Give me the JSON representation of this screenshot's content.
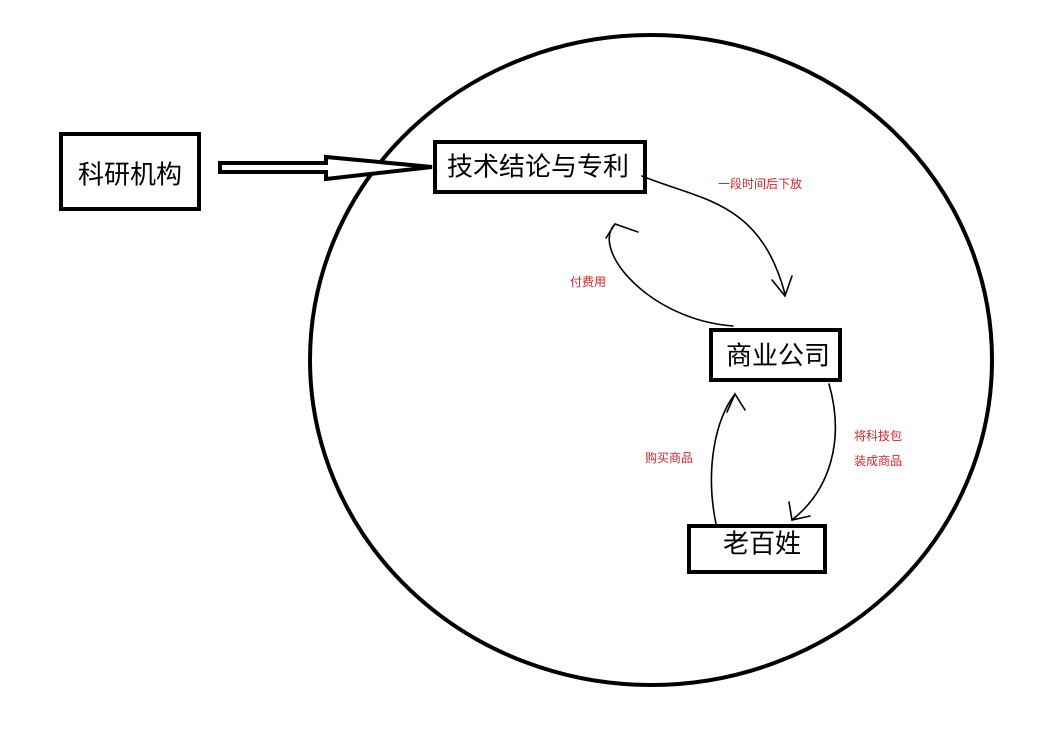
{
  "colors": {
    "stroke": "#000000",
    "annotation": "#e0202a",
    "background": "#ffffff"
  },
  "nodes": {
    "research_institute": "科研机构",
    "technology_and_patents": "技术结论与专利",
    "commercial_company": "商业公司",
    "common_people": "老百姓"
  },
  "annotations": {
    "release_after_time": "一段时间后下放",
    "pay_fees": "付费用",
    "package_tech_line1": "将科技包",
    "package_tech_line2": "装成商品",
    "buy_products": "购买商品"
  }
}
